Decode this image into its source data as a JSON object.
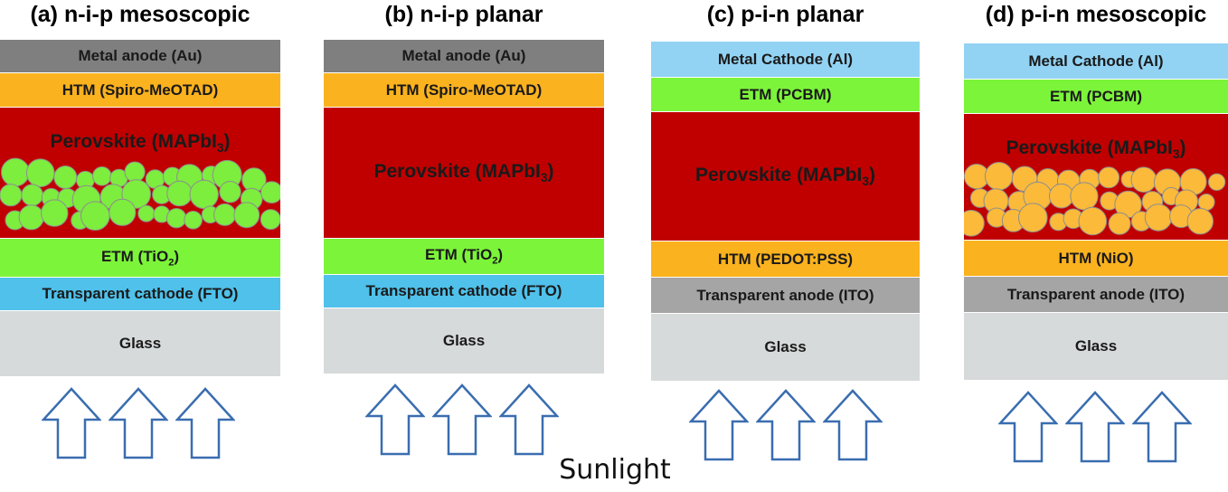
{
  "colors": {
    "metal_anode": "#7f7f7f",
    "htm_orange": "#fbb21f",
    "perovskite": "#c00000",
    "etm_green": "#7cf43a",
    "fto_blue": "#4fc1ea",
    "glass": "#d7dada",
    "cathode_light_blue": "#92d3f4",
    "ito_gray": "#a5a5a5",
    "grain_green": "#7ded3e",
    "grain_orange": "#fbba3a",
    "arrow_outline": "#3a6db0"
  },
  "panels": [
    {
      "title": "(a) n-i-p mesoscopic",
      "layers": [
        {
          "label": "Metal anode (Au)",
          "color_key": "metal_anode"
        },
        {
          "label": "HTM (Spiro-MeOTAD)",
          "color_key": "htm_orange"
        },
        {
          "label": "Perovskite (MAPbI",
          "sub": "3",
          "after": ")",
          "color_key": "perovskite",
          "kind": "perovskite",
          "grains": "grain_green"
        },
        {
          "label": "ETM (TiO",
          "sub": "2",
          "after": ")",
          "color_key": "etm_green"
        },
        {
          "label": "Transparent cathode (FTO)",
          "color_key": "fto_blue"
        },
        {
          "label": "Glass",
          "color_key": "glass"
        }
      ]
    },
    {
      "title": "(b) n-i-p planar",
      "layers": [
        {
          "label": "Metal anode (Au)",
          "color_key": "metal_anode"
        },
        {
          "label": "HTM (Spiro-MeOTAD)",
          "color_key": "htm_orange"
        },
        {
          "label": "Perovskite (MAPbI",
          "sub": "3",
          "after": ")",
          "color_key": "perovskite",
          "kind": "perovskite"
        },
        {
          "label": "ETM (TiO",
          "sub": "2",
          "after": ")",
          "color_key": "etm_green"
        },
        {
          "label": "Transparent cathode (FTO)",
          "color_key": "fto_blue"
        },
        {
          "label": "Glass",
          "color_key": "glass"
        }
      ]
    },
    {
      "title": "(c) p-i-n planar",
      "layers": [
        {
          "label": "Metal Cathode (Al)",
          "color_key": "cathode_light_blue"
        },
        {
          "label": "ETM (PCBM)",
          "color_key": "etm_green"
        },
        {
          "label": "Perovskite (MAPbI",
          "sub": "3",
          "after": ")",
          "color_key": "perovskite",
          "kind": "perovskite"
        },
        {
          "label": "HTM (PEDOT:PSS)",
          "color_key": "htm_orange"
        },
        {
          "label": "Transparent anode (ITO)",
          "color_key": "ito_gray"
        },
        {
          "label": "Glass",
          "color_key": "glass"
        }
      ]
    },
    {
      "title": "(d) p-i-n mesoscopic",
      "layers": [
        {
          "label": "Metal Cathode (Al)",
          "color_key": "cathode_light_blue"
        },
        {
          "label": "ETM (PCBM)",
          "color_key": "etm_green"
        },
        {
          "label": "Perovskite (MAPbI",
          "sub": "3",
          "after": ")",
          "color_key": "perovskite",
          "kind": "perovskite",
          "grains": "grain_orange"
        },
        {
          "label": "HTM (NiO)",
          "color_key": "htm_orange"
        },
        {
          "label": "Transparent anode (ITO)",
          "color_key": "ito_gray"
        },
        {
          "label": "Glass",
          "color_key": "glass"
        }
      ]
    }
  ],
  "caption": "Sunlight"
}
